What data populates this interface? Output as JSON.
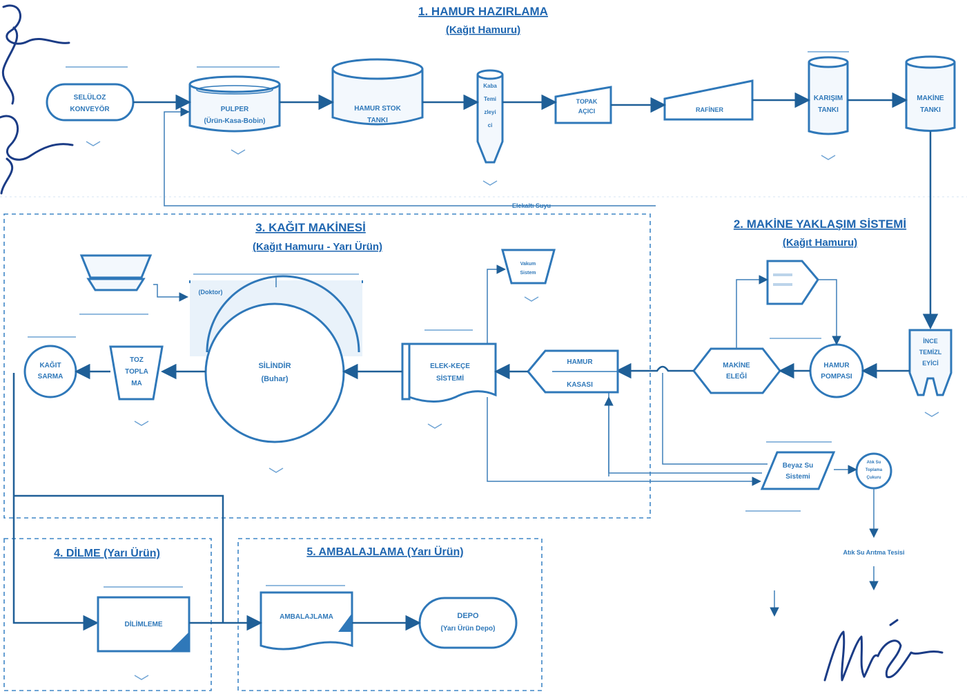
{
  "sections": {
    "s1_title": "1. HAMUR HAZIRLAMA",
    "s1_sub": "(Kağıt Hamuru)",
    "s2_title": "2. MAKİNE YAKLAŞIM SİSTEMİ",
    "s2_sub": "(Kağıt Hamuru)",
    "s3_title": "3. KAĞIT MAKİNESİ",
    "s3_sub": "(Kağıt Hamuru - Yarı Ürün)",
    "s4_title": "4. DİLME (Yarı Ürün)",
    "s5_title": "5. AMBALAJLAMA (Yarı Ürün)"
  },
  "nodes": {
    "seluloz_1": "SELÜLOZ",
    "seluloz_2": "KONVEYÖR",
    "pulper_1": "PULPER",
    "pulper_2": "(Ürün-Kasa-Bobin)",
    "stok_1": "HAMUR STOK",
    "stok_2": "TANKI",
    "temizleyici_1": "Kaba",
    "temizleyici_2": "Temi",
    "temizleyici_3": "zleyi",
    "temizleyici_4": "ci",
    "topak_1": "TOPAK",
    "topak_2": "AÇICI",
    "rafiner": "RAFİNER",
    "karisim_1": "KARIŞIM",
    "karisim_2": "TANKI",
    "makine_tanki_1": "MAKİNE",
    "makine_tanki_2": "TANKI",
    "ince_1": "İNCE",
    "ince_2": "TEMİZL",
    "ince_3": "EYİCİ",
    "pompa_1": "HAMUR",
    "pompa_2": "POMPASI",
    "elek_1": "MAKİNE",
    "elek_2": "ELEĞİ",
    "hamur_kasasi_1": "HAMUR",
    "hamur_kasasi_2": "KASASI",
    "elek_kece_1": "ELEK-KEÇE",
    "elek_kece_2": "SİSTEMİ",
    "vakum_1": "Vakum",
    "vakum_2": "Sistem",
    "silindir_1": "SİLİNDİR",
    "silindir_2": "(Buhar)",
    "doktor": "(Doktor)",
    "toz_1": "TOZ",
    "toz_2": "TOPLA",
    "toz_3": "MA",
    "sarma_1": "KAĞIT",
    "sarma_2": "SARMA",
    "beyaz_1": "Beyaz Su",
    "beyaz_2": "Sistemi",
    "atik_1": "Atık Su",
    "atik_2": "Toplama",
    "atik_3": "Çukuru",
    "dilimleme": "DİLİMLEME",
    "ambalaj": "AMBALAJLAMA",
    "depo_1": "DEPO",
    "depo_2": "(Yarı Ürün Depo)",
    "elekalti": "Elekaltı Suyu",
    "atik_aritma": "Atık Su Arıtma Tesisi"
  }
}
